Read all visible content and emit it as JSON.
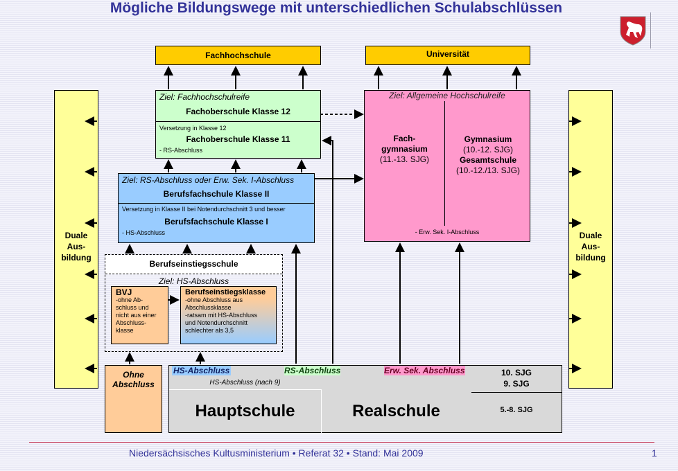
{
  "title": "Mögliche Bildungswege mit unterschiedlichen Schulabschlüssen",
  "fachhochschule": "Fachhochschule",
  "universitaet": "Universität",
  "duale_ausbildung": [
    "Duale",
    "Aus-",
    "bildung"
  ],
  "fos": {
    "goal": "Ziel: Fachhochschulreife",
    "class12": "Fachoberschule  Klasse 12",
    "promotion": "Versetzung in Klasse 12",
    "class11": "Fachoberschule  Klasse 11",
    "entry": "- RS-Abschluss"
  },
  "bfs": {
    "goal": "Ziel: RS-Abschluss oder Erw. Sek. I-Abschluss",
    "class2": "Berufsfachschule Klasse  II",
    "promotion": "Versetzung in Klasse II bei Notendurchschnitt 3 und besser",
    "class1": "Berufsfachschule Klasse   I",
    "entry": "- HS-Abschluss"
  },
  "gym": {
    "goal": "Ziel: Allgemeine Hochschulreife",
    "fach1": "Fach-",
    "fach2": "gymnasium",
    "fach_years": "(11.-13. SJG)",
    "gym": "Gymnasium",
    "gym_years": "(10.-12. SJG)",
    "gesamt": "Gesamtschule",
    "gesamt_years": "(10.-12./13. SJG)",
    "entry": "- Erw. Sek. I-Abschluss"
  },
  "bes": {
    "title": "Berufseinstiegsschule",
    "goal": "Ziel: HS-Abschluss",
    "bvj": {
      "title": "BVJ",
      "lines": [
        "-ohne Ab-",
        "schluss und",
        "nicht aus einer",
        "Abschluss-",
        "klasse"
      ]
    },
    "bek": {
      "title": "Berufseinstiegsklasse",
      "lines": [
        "-ohne Abschluss aus",
        "Abschlussklasse",
        "-ratsam mit HS-Abschluss",
        "und Notendurchschnitt",
        "schlechter als 3,5"
      ]
    }
  },
  "ohne": [
    "Ohne",
    "Abschluss"
  ],
  "base": {
    "hs_label": "HS-Abschluss",
    "rs_label": "RS-Abschluss",
    "erw_label": "Erw. Sek. Abschluss",
    "hs_nach9": "HS-Abschluss (nach 9)",
    "sjg10": "10. SJG",
    "sjg9": "9. SJG",
    "sjg58": "5.-8. SJG",
    "hauptschule": "Hauptschule",
    "realschule": "Realschule"
  },
  "footer": {
    "text": "Niedersächsisches Kultusministerium • Referat 32 • Stand: Mai 2009",
    "page": "1"
  },
  "colors": {
    "yellow": "#ffcc00",
    "green": "#ccffcc",
    "blue": "#99ccff",
    "pink": "#ff99cc",
    "orange": "#ffcc99",
    "duale": "#ffff99",
    "title": "#333399"
  }
}
